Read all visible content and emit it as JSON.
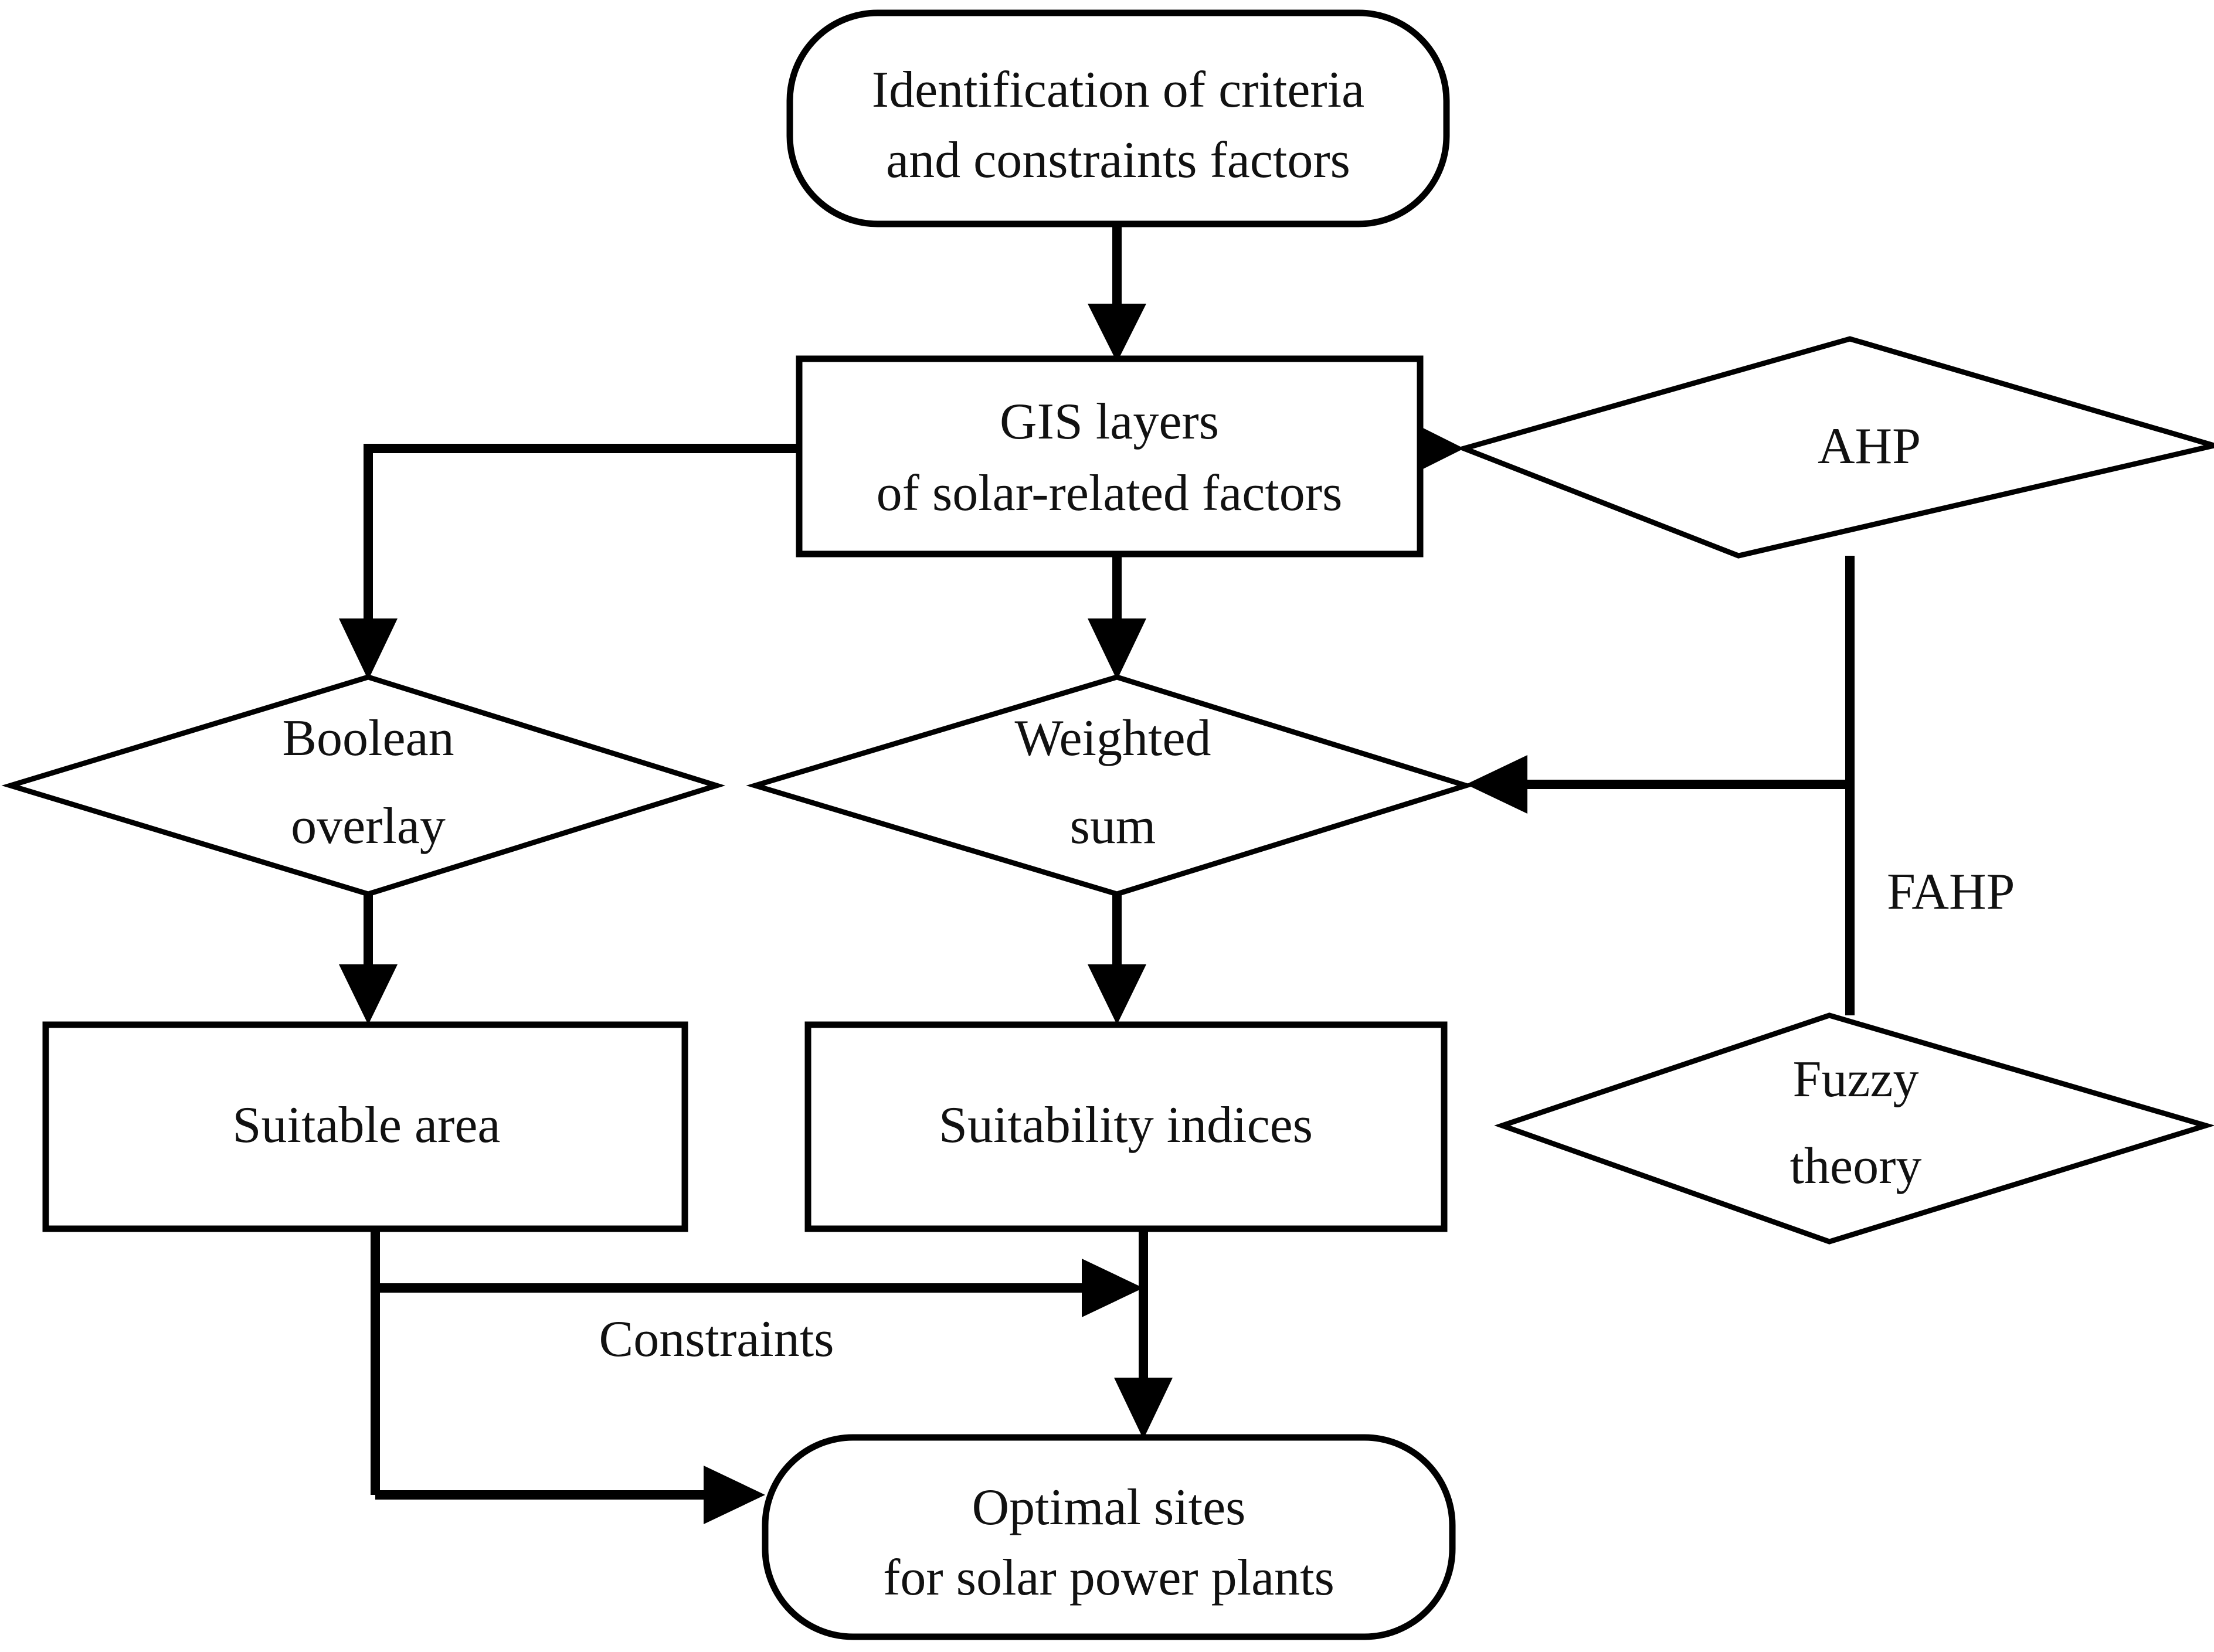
{
  "diagram": {
    "type": "flowchart",
    "title": "GIS-based multi-criteria site selection workflow for solar power plants",
    "background_color": "#ffffff",
    "line_color": "#000000",
    "text_color": "#111111",
    "nodes": [
      {
        "id": "identification",
        "shape": "rounded-rectangle",
        "lines": [
          "Identification of criteria",
          "and constraints factors"
        ]
      },
      {
        "id": "gis-layers",
        "shape": "rectangle",
        "lines": [
          "GIS layers",
          "of solar-related factors"
        ]
      },
      {
        "id": "ahp",
        "shape": "diamond",
        "lines": [
          "AHP"
        ]
      },
      {
        "id": "boolean-overlay",
        "shape": "diamond",
        "lines": [
          "Boolean",
          "overlay"
        ]
      },
      {
        "id": "weighted-sum",
        "shape": "diamond",
        "lines": [
          "Weighted",
          "sum"
        ]
      },
      {
        "id": "fuzzy-theory",
        "shape": "diamond",
        "lines": [
          "Fuzzy",
          "theory"
        ]
      },
      {
        "id": "suitable-area",
        "shape": "rectangle",
        "lines": [
          "Suitable area"
        ]
      },
      {
        "id": "suitability-indices",
        "shape": "rectangle",
        "lines": [
          "Suitability indices"
        ]
      },
      {
        "id": "optimal-sites",
        "shape": "rounded-rectangle",
        "lines": [
          "Optimal sites",
          "for solar power plants"
        ]
      }
    ],
    "edge_labels": [
      {
        "id": "fahp",
        "text": "FAHP"
      },
      {
        "id": "constraints",
        "text": "Constraints"
      }
    ],
    "edges": [
      {
        "from": "identification",
        "to": "gis-layers",
        "arrow": true
      },
      {
        "from": "gis-layers",
        "to": "ahp",
        "arrow": true
      },
      {
        "from": "gis-layers",
        "to": "boolean-overlay",
        "arrow": true
      },
      {
        "from": "gis-layers",
        "to": "weighted-sum",
        "arrow": true
      },
      {
        "from": "ahp",
        "to": "weighted-sum",
        "arrow": true,
        "label": "FAHP"
      },
      {
        "from": "ahp",
        "to": "fuzzy-theory",
        "arrow": false
      },
      {
        "from": "boolean-overlay",
        "to": "suitable-area",
        "arrow": true
      },
      {
        "from": "weighted-sum",
        "to": "suitability-indices",
        "arrow": true
      },
      {
        "from": "suitable-area",
        "to": "suitability-indices",
        "arrow": true,
        "label": "Constraints"
      },
      {
        "from": "suitable-area",
        "to": "optimal-sites",
        "arrow": true
      },
      {
        "from": "suitability-indices",
        "to": "optimal-sites",
        "arrow": true
      }
    ]
  },
  "labels": {
    "identification_l1": "Identification of criteria",
    "identification_l2": "and constraints factors",
    "gis_l1": "GIS layers",
    "gis_l2": "of solar-related factors",
    "ahp": "AHP",
    "boolean_l1": "Boolean",
    "boolean_l2": "overlay",
    "weighted_l1": "Weighted",
    "weighted_l2": "sum",
    "fuzzy_l1": "Fuzzy",
    "fuzzy_l2": "theory",
    "suitable_area": "Suitable area",
    "suitability_indices": "Suitability indices",
    "optimal_l1": "Optimal sites",
    "optimal_l2": "for solar power plants",
    "fahp": "FAHP",
    "constraints": "Constraints"
  }
}
